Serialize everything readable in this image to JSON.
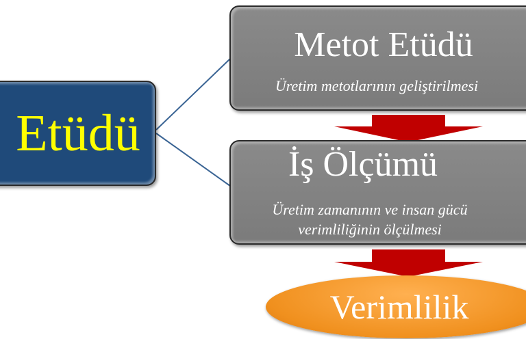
{
  "main": {
    "label": "Etüdü"
  },
  "box1": {
    "title": "Metot Etüdü",
    "subtitle": "Üretim metotlarının geliştirilmesi"
  },
  "box2": {
    "title": "İş Ölçümü",
    "subtitle_line1": "Üretim zamanının ve insan gücü",
    "subtitle_line2": "verimliliğinin ölçülmesi"
  },
  "result": {
    "label": "Verimlilik"
  },
  "colors": {
    "main": "#1f4a7a",
    "text_main": "#ffff00",
    "arrow": "#c00000",
    "result": "#f0901e"
  }
}
